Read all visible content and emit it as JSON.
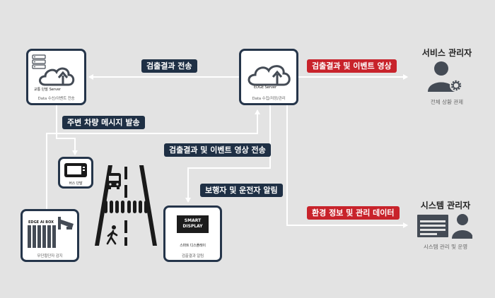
{
  "nodes": {
    "traffic_server": {
      "icon_label": "교통 단말 Server",
      "caption": "Data 수신/이벤트 전송"
    },
    "edge_server": {
      "icon_label": "EDGE Server",
      "caption": "Data 수집/저장/관리"
    },
    "bus_terminal": {
      "caption": "버스 단말"
    },
    "edge_ai_box": {
      "icon_label": "EDGE AI BOX",
      "caption": "무단횡단자 감지"
    },
    "smart_display": {
      "screen_label_1": "SMART",
      "screen_label_2": "DISPLAY",
      "name": "스마트 디스플레이",
      "caption": "검출결과 알림"
    }
  },
  "flows": {
    "detect_result_send": "검출결과 전송",
    "nearby_vehicle_message": "주변 차량 메시지 발송",
    "detect_event_video_send": "검출결과 및 이벤트 영상 전송",
    "pedestrian_driver_alert": "보행자 및 운전자 알림",
    "detect_event_video": "검출결과 및 이벤트 영상",
    "env_info_mgmt_data": "환경 정보 및 관리 데이터"
  },
  "roles": {
    "service_admin": {
      "title": "서비스 관리자",
      "sub": "전체 상황 관제"
    },
    "system_admin": {
      "title": "시스템 관리자",
      "sub": "시스템 관리 및 운영"
    }
  },
  "colors": {
    "navy": "#25354a",
    "label_dark": "#1f3045",
    "label_red": "#c8232b",
    "icon_gray": "#444b55",
    "background": "#e3e3e3"
  }
}
